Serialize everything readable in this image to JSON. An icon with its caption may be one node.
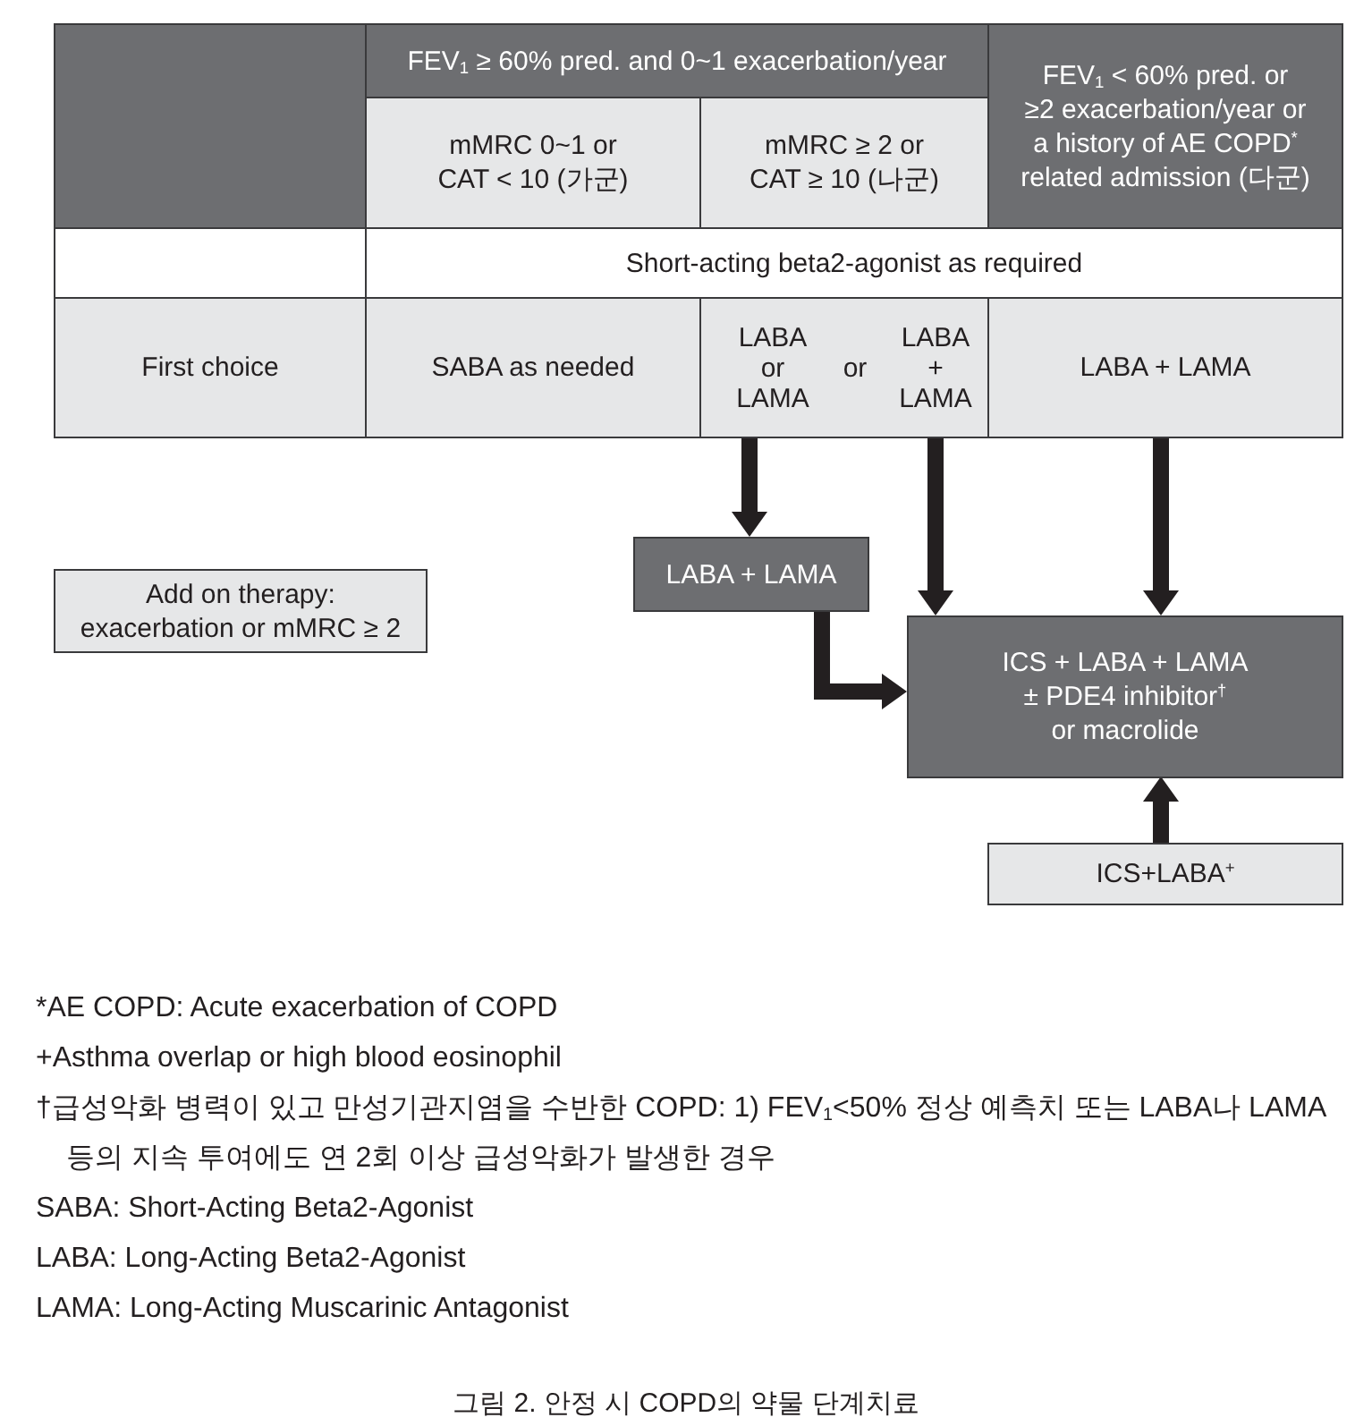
{
  "diagram": {
    "caption": "그림 2. 안정 시 COPD의 약물 단계치료",
    "nodes": [
      {
        "text": [],
        "shape": "box"
      },
      {
        "text": [
          "FEV$_{1}$ ≥ 60% pred. and 0~1 exacerbation/year"
        ]
      },
      {
        "text": [
          "FEV$_{1}$ < 60% pred. or ≥2 exacerbation/year or a history of AE COPD$^{*}$ related admission (다군)"
        ]
      },
      {
        "text": [
          "mMRC 0~1 or CAT < 10 (가군)"
        ]
      },
      {
        "text": [
          "mMRC ≥ 2 or CAT ≥ 10 (나군)"
        ]
      },
      {
        "text": [],
        "shape": "box"
      },
      {
        "text": [
          "Short-acting beta2-agonist as required"
        ]
      },
      {
        "text": [
          "First choice"
        ]
      },
      {
        "text": [
          "SABA as needed"
        ]
      },
      {
        "text": [
          "LABA or LAMA",
          "or",
          "LABA + LAMA"
        ]
      },
      {
        "text": [
          "LABA + LAMA"
        ]
      },
      {
        "text": [
          "Add on therapy: exacerbation or mMRC ≥ 2"
        ]
      },
      {
        "text": [
          "LABA + LAMA"
        ]
      },
      {
        "text": [
          "ICS + LABA + LAMA ± PDE4 inhibitor$^{†}$ or macrolide"
        ]
      },
      {
        "text": [
          "ICS+LABA$^{+}$"
        ]
      }
    ],
    "edges": [
      {
        "from": 9,
        "to": 12,
        "arrow": "to"
      },
      {
        "from": 9,
        "to": 13,
        "arrow": "to"
      },
      {
        "from": 10,
        "to": 13,
        "arrow": "to"
      },
      {
        "from": 12,
        "to": 13,
        "arrow": "to"
      },
      {
        "from": 14,
        "to": 13,
        "arrow": "to"
      }
    ],
    "labels": [
      "*AE COPD: Acute exacerbation of COPD",
      "+Asthma overlap or high blood eosinophil",
      "†급성악화 병력이 있고 만성기관지염을 수반한 COPD: 1) FEV$_{1}$<50% 정상 예측치 또는 LABA나 LAMA 등의 지속 투여에도 연 2회 이상 급성악화가 발생한 경우",
      "SABA: Short-Acting Beta2-Agonist",
      "LABA: Long-Acting Beta2-Agonist",
      "LAMA: Long-Acting Muscarinic Antagonist"
    ]
  }
}
